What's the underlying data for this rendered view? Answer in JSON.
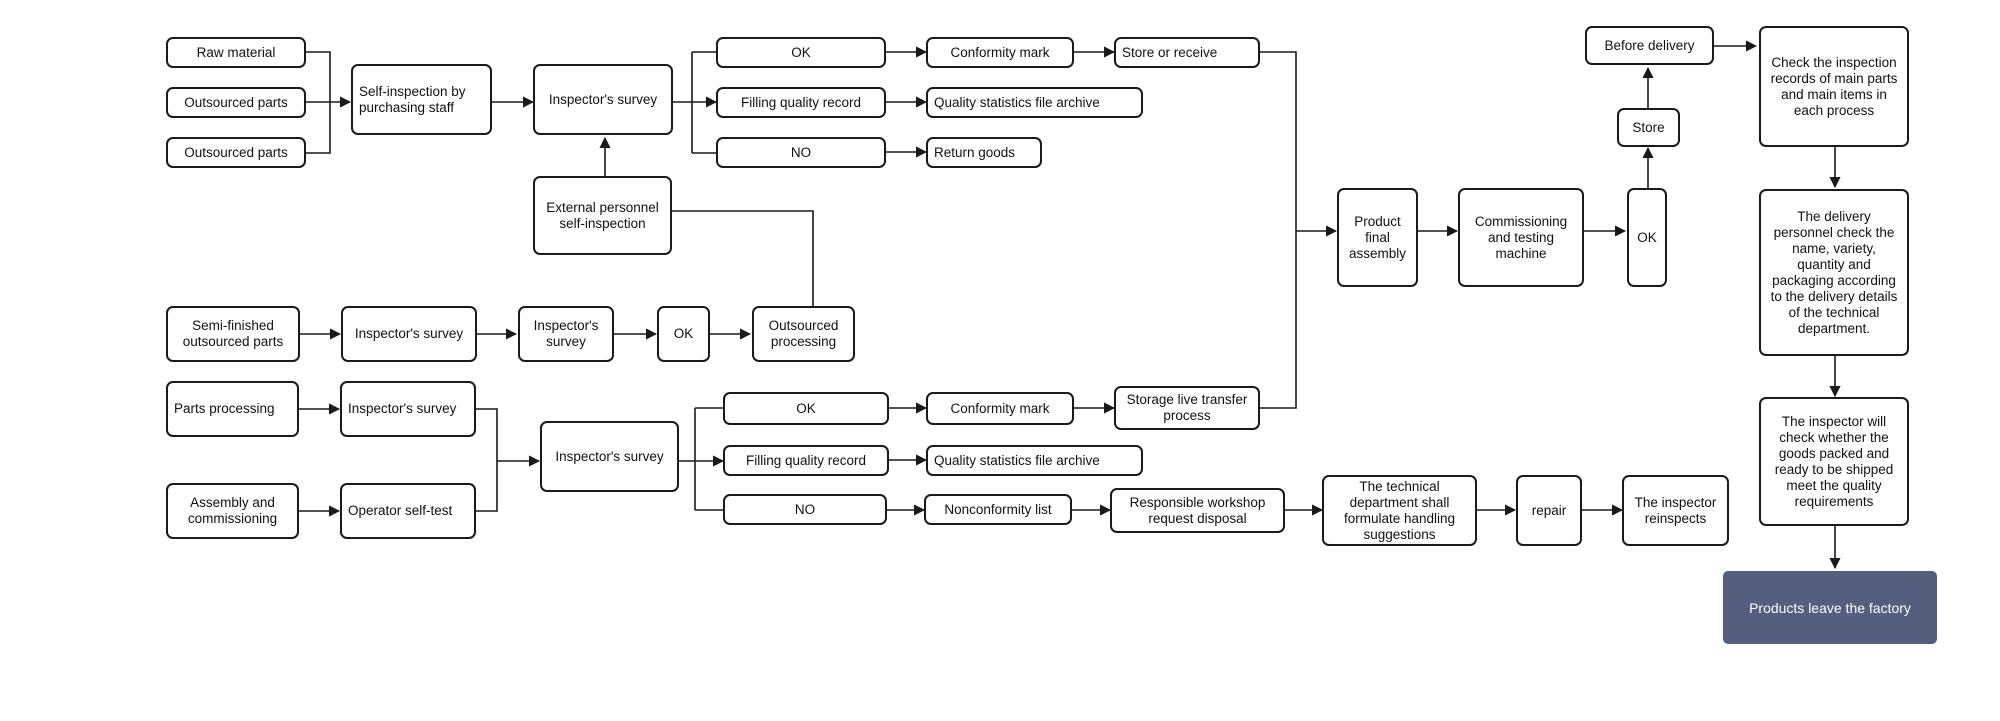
{
  "colors": {
    "stroke": "#1a1a1a",
    "exit_fill": "#545f80",
    "exit_text": "#ffffff"
  },
  "nodes": {
    "raw_material": "Raw material",
    "outsourced_parts_1": "Outsourced parts",
    "outsourced_parts_2": "Outsourced parts",
    "self_inspection_purchasing": "Self-inspection by purchasing staff",
    "inspector_survey_top": "Inspector's survey",
    "ok_top": "OK",
    "filling_record_top": "Filling quality record",
    "no_top": "NO",
    "conformity_mark_top": "Conformity mark",
    "quality_archive_top": "Quality statistics file archive",
    "return_goods": "Return goods",
    "store_or_receive": "Store or receive",
    "external_self_inspection": "External personnel self-inspection",
    "semi_finished_parts": "Semi-finished outsourced parts",
    "inspector_survey_semi_1": "Inspector's survey",
    "inspector_survey_semi_2": "Inspector's survey",
    "ok_semi": "OK",
    "outsourced_processing": "Outsourced processing",
    "parts_processing": "Parts processing",
    "inspector_survey_parts": "Inspector's survey",
    "assembly_commissioning": "Assembly and commissioning",
    "operator_self_test": "Operator self-test",
    "inspector_survey_bottom": "Inspector's survey",
    "ok_bottom": "OK",
    "filling_record_bottom": "Filling quality record",
    "no_bottom": "NO",
    "conformity_mark_bottom": "Conformity mark",
    "quality_archive_bottom": "Quality statistics file archive",
    "nonconformity_list": "Nonconformity list",
    "storage_live_transfer": "Storage live transfer process",
    "responsible_workshop": "Responsible workshop request disposal",
    "technical_department": "The technical department shall formulate handling suggestions",
    "repair": "repair",
    "inspector_reinspects": "The inspector reinspects",
    "product_final_assembly": "Product final assembly",
    "commissioning_testing": "Commissioning and testing machine",
    "ok_final": "OK",
    "store": "Store",
    "before_delivery": "Before delivery",
    "check_records": "Check the inspection records of main parts and main items in each process",
    "delivery_personnel_check": "The delivery personnel check the name, variety, quantity and packaging according to the delivery details of the technical department.",
    "inspector_check_quality": "The inspector will check whether the goods packed and ready to be shipped meet the quality requirements",
    "products_leave": "Products leave the factory"
  }
}
